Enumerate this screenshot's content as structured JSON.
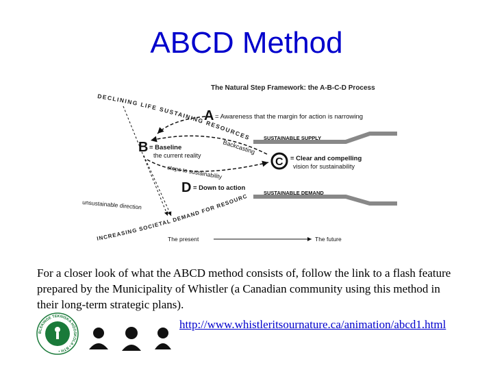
{
  "slide": {
    "title": "ABCD Method",
    "caption": "For a closer look of what the ABCD method consists of, follow the link to a flash feature prepared by the Municipality of Whistler (a Canadian community using this method in their long-term strategic plans).",
    "link_text": "http://www.whistleritsournature.ca/animation/abcd1.html"
  },
  "diagram": {
    "heading": "The Natural Step Framework: the A-B-C-D Process",
    "declining": "DECLINING LIFE SUSTAINING RESOURCES",
    "increasing": "INCREASING SOCIETAL DEMAND FOR RESOURCES",
    "a_letter": "A",
    "a_text": "= Awareness that the margin for action is narrowing",
    "b_letter": "B",
    "b_text": "= Baseline",
    "b_sub": "the current reality",
    "c_letter": "C",
    "c_text": "= Clear and compelling",
    "c_sub": "vision for sustainability",
    "d_letter": "D",
    "d_text": "= Down to action",
    "backcasting": "Backcasting",
    "steps": "steps to sustainability",
    "supply": "SUSTAINABLE SUPPLY",
    "demand": "SUSTAINABLE DEMAND",
    "unsustainable": "unsustainable direction",
    "present": "The present",
    "future": "The future"
  },
  "logo": {
    "ring_text": "BLEKINGE TEKNISKA HÖGSKOLA • BTH •"
  }
}
